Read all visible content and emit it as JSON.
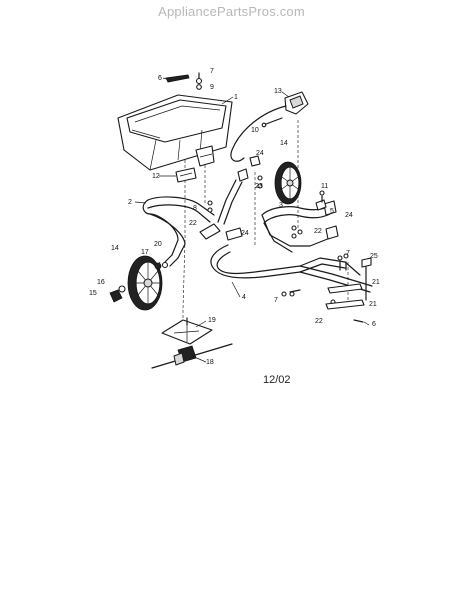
{
  "watermark": "AppliancePartsPros.com",
  "date_code": "12/02",
  "callouts": {
    "c1": "1",
    "c2": "2",
    "c3": "3",
    "c4": "4",
    "c5": "5",
    "c6a": "6",
    "c6b": "6",
    "c7a": "7",
    "c7b": "7",
    "c7c": "7",
    "c8": "8",
    "c9": "9",
    "c10": "10",
    "c11": "11",
    "c12": "12",
    "c13": "13",
    "c14a": "14",
    "c14b": "14",
    "c15": "15",
    "c16": "16",
    "c17": "17",
    "c18": "18",
    "c19": "19",
    "c20": "20",
    "c21a": "21",
    "c21b": "21",
    "c22a": "22",
    "c22b": "22",
    "c22c": "22",
    "c23": "23",
    "c24a": "24",
    "c24b": "24",
    "c24c": "24",
    "c25": "25"
  }
}
